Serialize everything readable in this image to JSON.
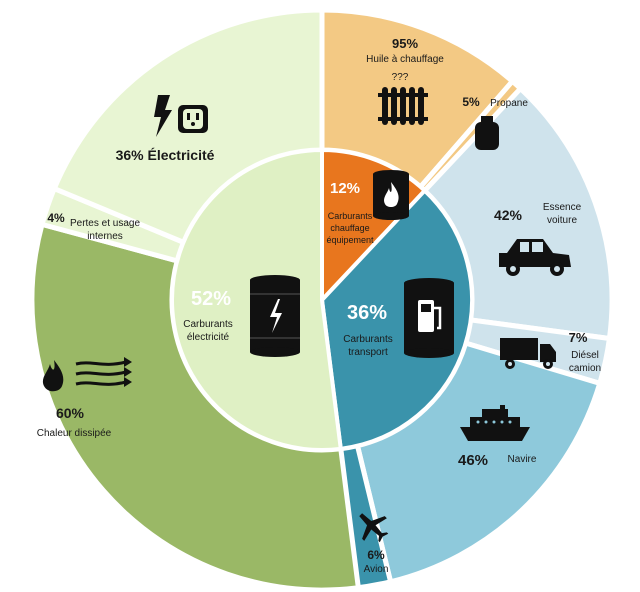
{
  "chart_data": {
    "type": "pie",
    "inner": [
      {
        "label": "Carburants chauffage équipement",
        "percent": 12,
        "color": "#e8761e",
        "icon": "fuel-flame-barrel-icon"
      },
      {
        "label": "Carburants transport",
        "percent": 36,
        "color": "#3a93ab",
        "icon": "fuel-pump-barrel-icon"
      },
      {
        "label": "Carburants électricité",
        "percent": 52,
        "color": "#dff0c4",
        "icon": "lightning-barrel-icon"
      }
    ],
    "outer": [
      {
        "label": "Huile à chauffage",
        "percent": 95,
        "parent": "Carburants chauffage équipement",
        "color": "#f3c984",
        "icon": "radiator-icon"
      },
      {
        "label": "Propane",
        "percent": 5,
        "parent": "Carburants chauffage équipement",
        "color": "#f3c984",
        "icon": "propane-tank-icon"
      },
      {
        "label": "Essence voiture",
        "percent": 42,
        "parent": "Carburants transport",
        "color": "#cfe3ec",
        "icon": "car-icon"
      },
      {
        "label": "Diésel camion",
        "percent": 7,
        "parent": "Carburants transport",
        "color": "#cfe3ec",
        "icon": "truck-icon"
      },
      {
        "label": "Navire",
        "percent": 46,
        "parent": "Carburants transport",
        "color": "#8ec9db",
        "icon": "ship-icon"
      },
      {
        "label": "Avion",
        "percent": 6,
        "parent": "Carburants transport",
        "color": "#3a93ab",
        "icon": "airplane-icon"
      },
      {
        "label": "Chaleur dissipée",
        "percent": 60,
        "parent": "Carburants électricité",
        "color": "#9ab866",
        "icon": "heat-waves-icon"
      },
      {
        "label": "Pertes et usage internes",
        "percent": 4,
        "parent": "Carburants électricité",
        "color": "#e8f5d3",
        "icon": null
      },
      {
        "label": "Électricité",
        "percent": 36,
        "parent": "Carburants électricité",
        "color": "#e8f5d3",
        "icon": "bolt-outlet-icon"
      }
    ]
  },
  "labels": {
    "inner_heating_pct": "12%",
    "inner_heating_name": [
      "Carburants",
      "chauffage",
      "équipement"
    ],
    "inner_transport_pct": "36%",
    "inner_transport_name": [
      "Carburants",
      "transport"
    ],
    "inner_electric_pct": "52%",
    "inner_electric_name": [
      "Carburants",
      "électricité"
    ],
    "oil_pct": "95%",
    "oil_name": "Huile à chauffage",
    "propane_pct": "5%",
    "propane_name": "Propane",
    "car_pct": "42%",
    "car_name": [
      "Essence",
      "voiture"
    ],
    "truck_pct": "7%",
    "truck_name": [
      "Diésel",
      "camion"
    ],
    "ship_pct": "46%",
    "ship_name": "Navire",
    "plane_pct": "6%",
    "plane_name": "Avion",
    "heat_pct": "60%",
    "heat_name": "Chaleur dissipée",
    "losses_pct": "4%",
    "losses_name": [
      "Pertes et usage",
      "internes"
    ],
    "elec_label": "36% Électricité",
    "question_marks": "???"
  }
}
